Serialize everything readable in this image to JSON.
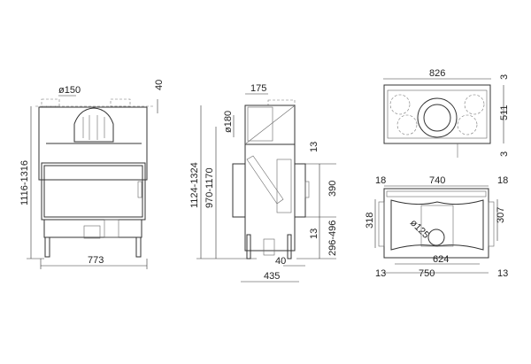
{
  "front_view": {
    "flue_diameter": "ø150",
    "top_offset": "40",
    "height_range": "1116-1316",
    "width": "773"
  },
  "side_view": {
    "flue_width": "175",
    "duct_diameter": "ø180",
    "total_height_range": "1124-1324",
    "mid_height_range": "970-1170",
    "gap_top": "13",
    "opening_height": "390",
    "gap_bottom": "13",
    "base_height_range": "296-496",
    "foot_offset": "40",
    "depth": "435"
  },
  "top_view": {
    "width": "826",
    "margin_top": "3",
    "depth": "511",
    "margin_bottom": "3"
  },
  "plan_view": {
    "left_margin": "18",
    "inner_width": "740",
    "right_margin": "18",
    "left_depth": "318",
    "right_depth": "307",
    "outlet_diameter": "ø125",
    "firebox_width": "624",
    "bottom_left": "13",
    "base_width": "750",
    "bottom_right": "13"
  }
}
